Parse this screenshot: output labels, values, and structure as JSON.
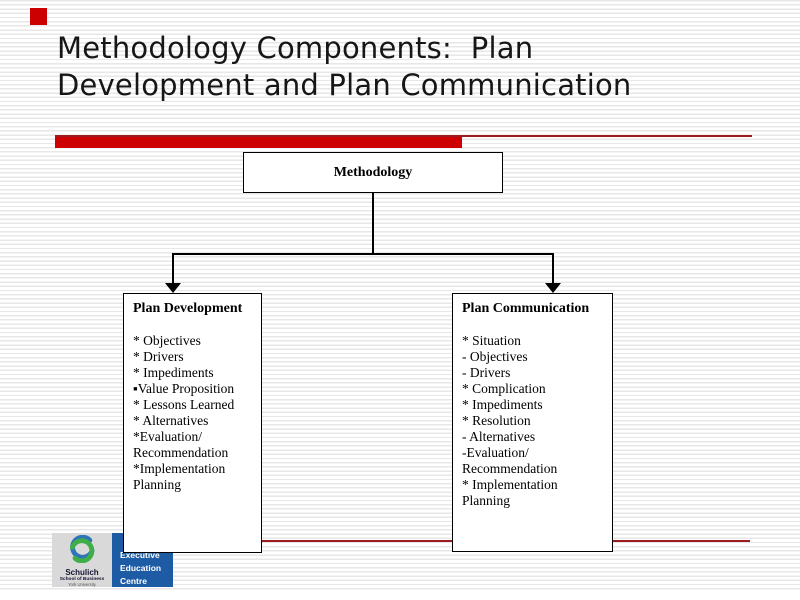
{
  "title": {
    "line1": "Methodology Components:  Plan",
    "line2": "Development and Plan Communication"
  },
  "colors": {
    "accent_red": "#cc0000",
    "rule_maroon": "#9b1b1e",
    "connector_black": "#000000",
    "logo_blue": "#1d5ba4",
    "logo_gray": "#d9d9d9",
    "swirl_blue": "#2d74b8",
    "swirl_green": "#3fae49"
  },
  "diagram": {
    "root_label": "Methodology",
    "left_box": {
      "title": "Plan Development",
      "lines": [
        "* Objectives",
        "* Drivers",
        "* Impediments",
        "▪Value Proposition",
        "* Lessons Learned",
        "* Alternatives",
        "*Evaluation/",
        "Recommendation",
        "*Implementation",
        "Planning"
      ]
    },
    "right_box": {
      "title": "Plan Communication",
      "lines": [
        "* Situation",
        "- Objectives",
        "- Drivers",
        "* Complication",
        "* Impediments",
        "* Resolution",
        "- Alternatives",
        "-Evaluation/",
        "Recommendation",
        "* Implementation",
        "Planning"
      ]
    }
  },
  "logo": {
    "school_name": "Schulich",
    "school_sub": "School of Business",
    "school_sub2": "York University",
    "centre_lines": [
      "Executive",
      "Education",
      "Centre"
    ]
  }
}
